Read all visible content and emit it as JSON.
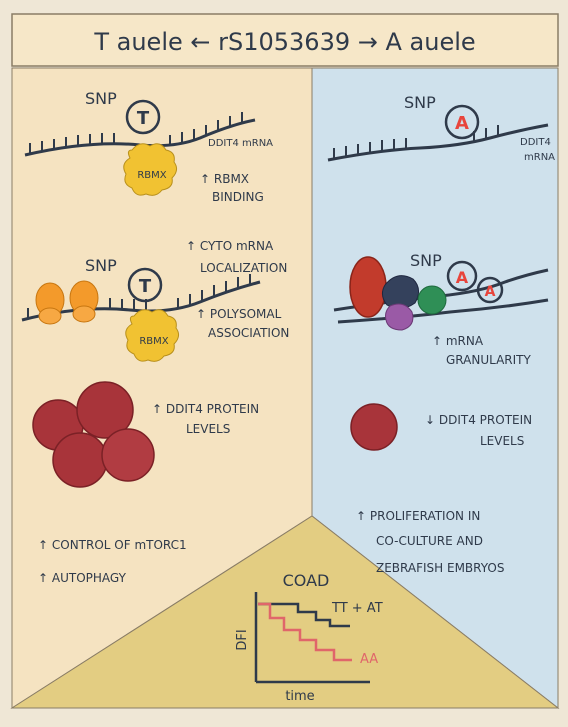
{
  "header": {
    "title": "T auele ← rS1053639 → A auele"
  },
  "left": {
    "snp_label_1": "SNP",
    "allele_1": "T",
    "gene_label_1": "DDIT4 mRNA",
    "protein_label_1": "RBMX",
    "effect_rbmx_line1": "↑ RBMX",
    "effect_rbmx_line2": "BINDING",
    "effect_cyto_line1": "↑ CYTO mRNA",
    "effect_cyto_line2": "LOCALIZATION",
    "snp_label_2": "SNP",
    "allele_2": "T",
    "protein_label_2": "RBMX",
    "effect_poly_line1": "↑ POLYSOMAL",
    "effect_poly_line2": "ASSOCIATION",
    "effect_protein_line1": "↑ DDIT4 PROTEIN",
    "effect_protein_line2": "LEVELS",
    "effect_mtorc1": "↑ CONTROL OF mTORC1",
    "effect_autophagy": "↑ AUTOPHAGY"
  },
  "right": {
    "snp_label_1": "SNP",
    "allele_1": "A",
    "gene_label_line1": "DDIT4",
    "gene_label_line2": "mRNA",
    "snp_label_2": "SNP",
    "allele_2a": "A",
    "allele_2b": "A",
    "effect_gran_line1": "↑ mRNA",
    "effect_gran_line2": "GRANULARITY",
    "effect_protein_line1": "↓ DDIT4 PROTEIN",
    "effect_protein_line2": "LEVELS",
    "effect_prolif_line1": "↑ PROLIFERATION IN",
    "effect_prolif_line2": "CO-CULTURE AND",
    "effect_prolif_line3": "ZEBRAFISH EMBRYOS"
  },
  "bottom": {
    "title": "COAD",
    "y_label": "DFI",
    "x_label": "time",
    "series_tt_at": "TT + AT",
    "series_aa": "AA",
    "color_tt_at": "#2f3a4a",
    "color_aa": "#e0666a"
  },
  "colors": {
    "paper": "#efe7d6",
    "left_panel": "#f5e3c1",
    "right_panel": "#cfe1ec",
    "bottom_panel": "#e3cd82",
    "rbmx": "#f1c232",
    "blob_red": "#a8343a",
    "ink": "#2f3a4a",
    "allele_red": "#e8453c"
  }
}
